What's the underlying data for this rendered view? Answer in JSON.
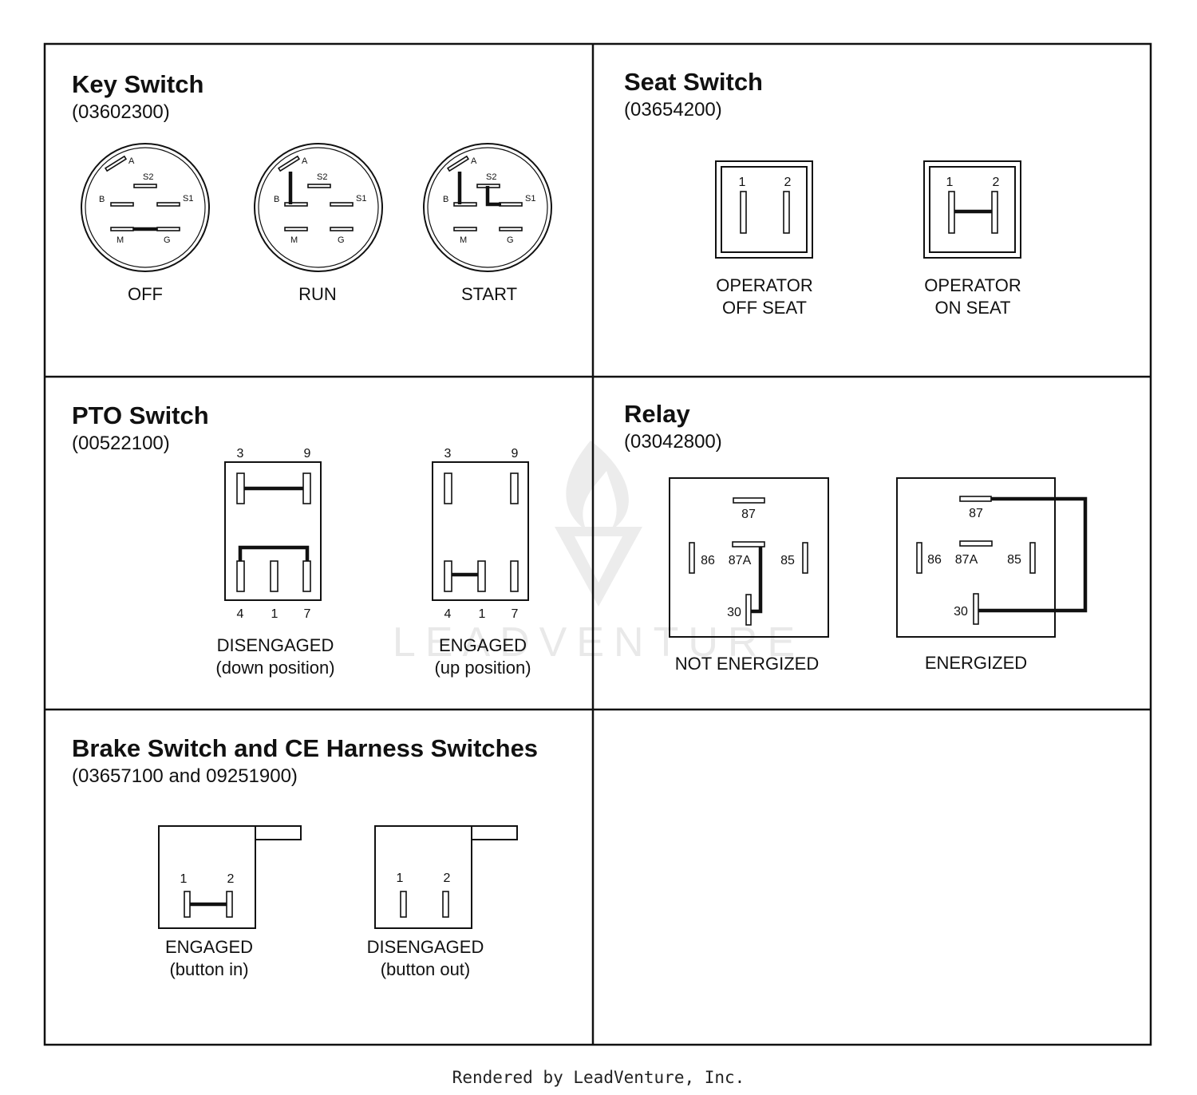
{
  "key_switch": {
    "title": "Key Switch",
    "part_number": "(03602300)",
    "pins": {
      "a": "A",
      "s2": "S2",
      "b": "B",
      "s1": "S1",
      "m": "M",
      "g": "G"
    },
    "states": [
      "OFF",
      "RUN",
      "START"
    ]
  },
  "seat_switch": {
    "title": "Seat Switch",
    "part_number": "(03654200)",
    "pins": [
      "1",
      "2"
    ],
    "states": [
      {
        "line1": "OPERATOR",
        "line2": "OFF SEAT"
      },
      {
        "line1": "OPERATOR",
        "line2": "ON SEAT"
      }
    ]
  },
  "pto_switch": {
    "title": "PTO Switch",
    "part_number": "(00522100)",
    "top_pins": [
      "3",
      "9"
    ],
    "bottom_pins": [
      "4",
      "1",
      "7"
    ],
    "states": [
      {
        "line1": "DISENGAGED",
        "line2": "(down position)"
      },
      {
        "line1": "ENGAGED",
        "line2": "(up position)"
      }
    ]
  },
  "relay": {
    "title": "Relay",
    "part_number": "(03042800)",
    "pins": {
      "p87": "87",
      "p87a": "87A",
      "p86": "86",
      "p85": "85",
      "p30": "30"
    },
    "states": [
      "NOT ENERGIZED",
      "ENERGIZED"
    ]
  },
  "brake_switch": {
    "title": "Brake Switch and CE Harness Switches",
    "part_number": "(03657100 and 09251900)",
    "pins": [
      "1",
      "2"
    ],
    "states": [
      {
        "line1": "ENGAGED",
        "line2": "(button in)"
      },
      {
        "line1": "DISENGAGED",
        "line2": "(button out)"
      }
    ]
  },
  "watermark": "LEADVENTURE",
  "footer": "Rendered by LeadVenture, Inc."
}
